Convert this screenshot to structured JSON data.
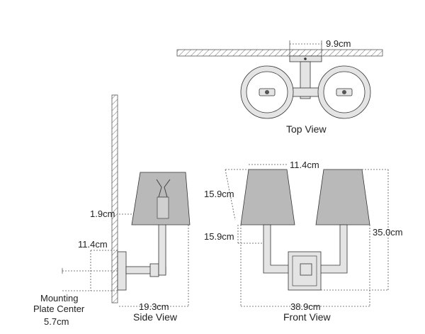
{
  "views": {
    "top": "Top View",
    "side": "Side View",
    "front": "Front View"
  },
  "dimensions": {
    "top_depth": "9.9cm",
    "front_shade_top": "11.4cm",
    "front_shade_height": "15.9cm",
    "front_arm_drop": "15.9cm",
    "front_height": "35.0cm",
    "front_width": "38.9cm",
    "side_offset": "1.9cm",
    "side_plate_height": "11.4cm",
    "side_depth": "19.3cm",
    "mounting_label_line1": "Mounting",
    "mounting_label_line2": "Plate Center",
    "mounting_value": "5.7cm"
  },
  "colors": {
    "shade": "#b9b9b9",
    "line": "#333333"
  }
}
